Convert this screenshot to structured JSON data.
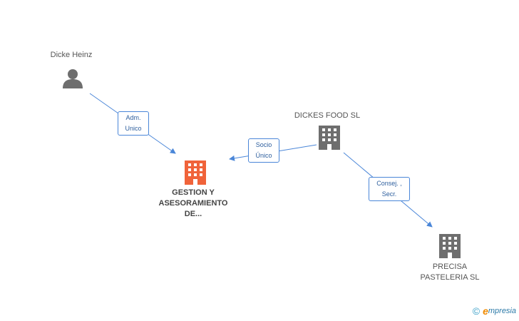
{
  "nodes": {
    "dicke_heinz": {
      "label": "Dicke Heinz",
      "icon": "person-icon"
    },
    "gestion": {
      "label_lines": [
        "GESTION Y",
        "ASESORAMIENTO",
        "DE..."
      ],
      "icon": "building-icon",
      "color": "#f0633a"
    },
    "dickes_food": {
      "label": "DICKES FOOD SL",
      "icon": "building-icon"
    },
    "precisa": {
      "label_lines": [
        "PRECISA",
        "PASTELERIA SL"
      ],
      "icon": "building-icon"
    }
  },
  "edges": [
    {
      "from": "dicke_heinz",
      "to": "gestion",
      "label_lines": [
        "Adm.",
        "Unico"
      ]
    },
    {
      "from": "dickes_food",
      "to": "gestion",
      "label_lines": [
        "Socio",
        "Único"
      ]
    },
    {
      "from": "dickes_food",
      "to": "precisa",
      "label_lines": [
        "Consej. ,",
        "Secr."
      ]
    }
  ],
  "footer": {
    "copyright_symbol": "©",
    "brand_initial": "e",
    "brand_rest": "mpresia"
  },
  "colors": {
    "edge": "#4a86d8",
    "node_gray": "#6e6e6e",
    "focus_node": "#f0633a"
  }
}
